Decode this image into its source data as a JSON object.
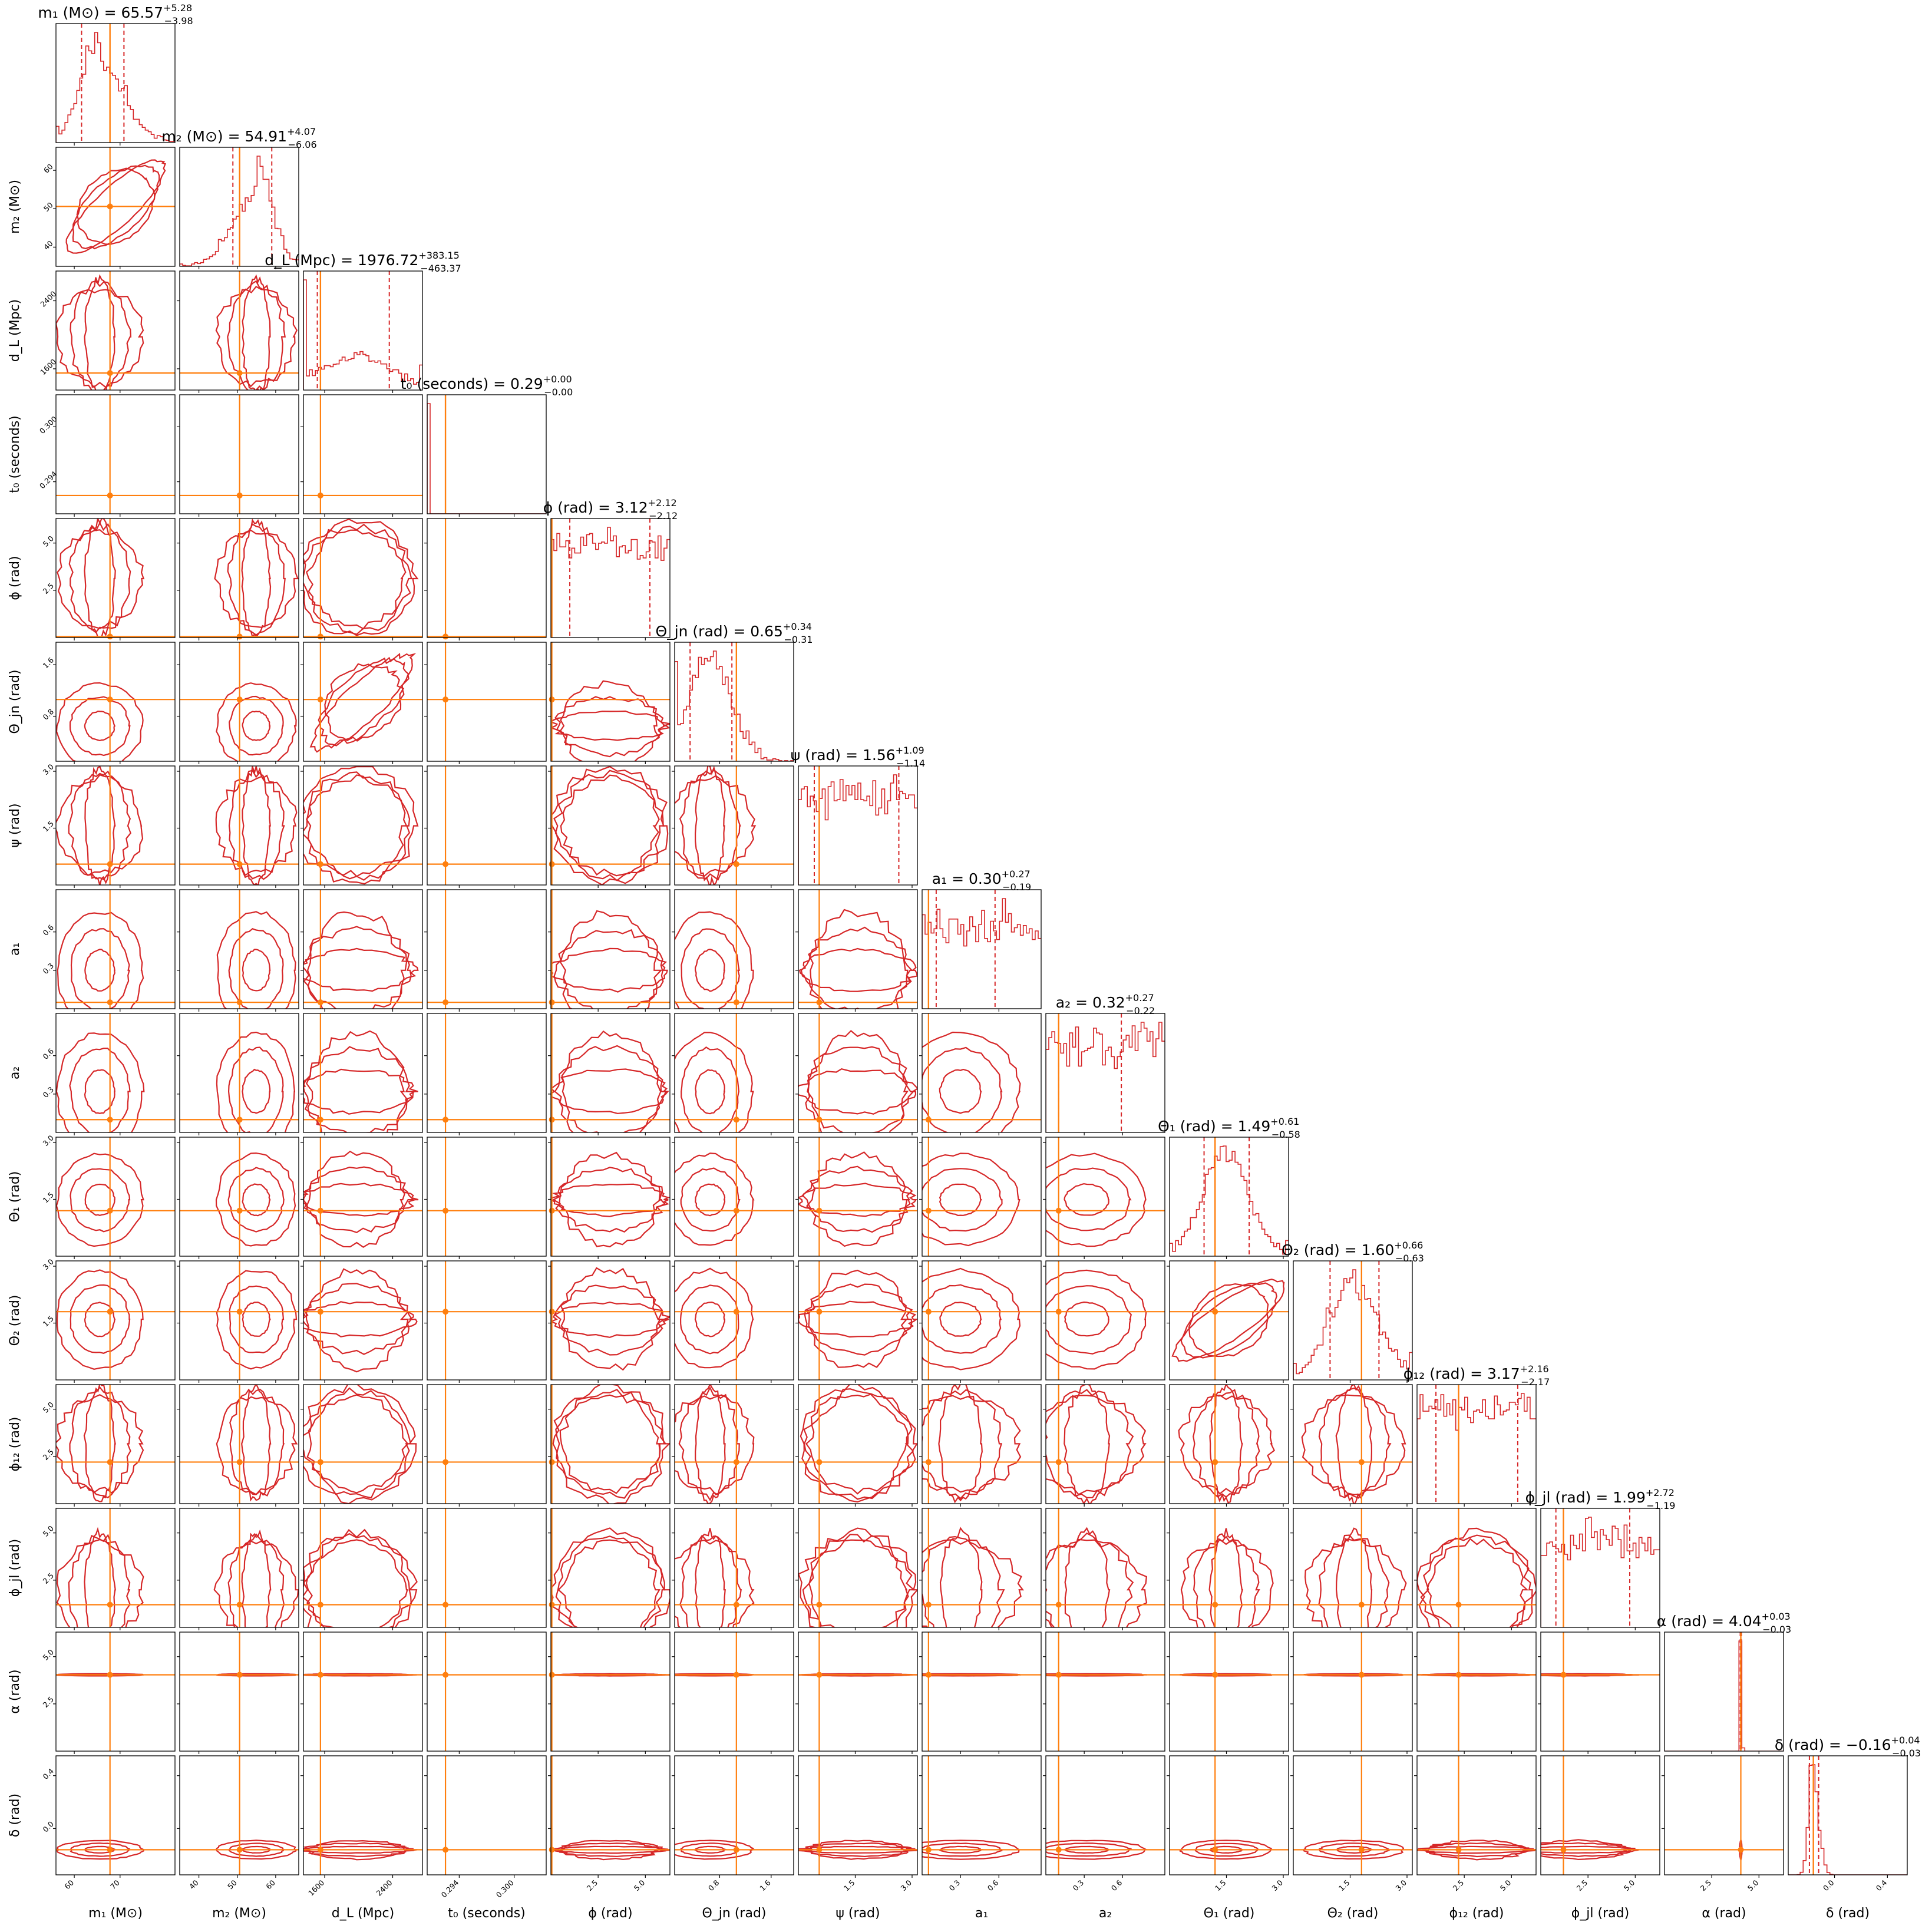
{
  "colors": {
    "contour": "#d62728",
    "truth": "#ff7f0e",
    "frame": "#000000"
  },
  "chart_data": {
    "type": "corner",
    "parameters": [
      {
        "key": "m1",
        "label": "m₁ (M⊙)",
        "title_label": "m₁ (M⊙)",
        "median": "65.57",
        "plus": "5.28",
        "minus": "3.98",
        "range": [
          56,
          82
        ],
        "truth": 67.8,
        "ticks": [
          60,
          70
        ],
        "tick_labels": [
          "60",
          "70"
        ]
      },
      {
        "key": "m2",
        "label": "m₂ (M⊙)",
        "title_label": "m₂ (M⊙)",
        "median": "54.91",
        "plus": "4.07",
        "minus": "6.06",
        "range": [
          35,
          66
        ],
        "truth": 50.6,
        "ticks": [
          40,
          50,
          60
        ],
        "tick_labels": [
          "40",
          "50",
          "60"
        ]
      },
      {
        "key": "dL",
        "label": "d_L (Mpc)",
        "title_label": "d_L (Mpc)",
        "median": "1976.72",
        "plus": "383.15",
        "minus": "463.37",
        "range": [
          1350,
          2750
        ],
        "truth": 1550,
        "ticks": [
          1600,
          2400
        ],
        "tick_labels": [
          "1600",
          "2400"
        ]
      },
      {
        "key": "t0",
        "label": "t₀ (seconds)",
        "title_label": "t₀ (seconds)",
        "median": "0.29",
        "plus": "0.00",
        "minus": "0.00",
        "range": [
          0.2905,
          0.3035
        ],
        "truth": 0.2925,
        "ticks": [
          0.294,
          0.3
        ],
        "tick_labels": [
          "0.294",
          "0.300"
        ]
      },
      {
        "key": "phi",
        "label": "ϕ (rad)",
        "title_label": "ϕ (rad)",
        "median": "3.12",
        "plus": "2.12",
        "minus": "2.12",
        "range": [
          0,
          6.3
        ],
        "truth": 0.05,
        "ticks": [
          2.5,
          5.0
        ],
        "tick_labels": [
          "2.5",
          "5.0"
        ]
      },
      {
        "key": "thetajn",
        "label": "Θ_jn (rad)",
        "title_label": "Θ_jn (rad)",
        "median": "0.65",
        "plus": "0.34",
        "minus": "0.31",
        "range": [
          0.1,
          1.95
        ],
        "truth": 1.06,
        "ticks": [
          0.8,
          1.6
        ],
        "tick_labels": [
          "0.8",
          "1.6"
        ]
      },
      {
        "key": "psi",
        "label": "ψ (rad)",
        "title_label": "ψ (rad)",
        "median": "1.56",
        "plus": "1.09",
        "minus": "1.14",
        "range": [
          0,
          3.14
        ],
        "truth": 0.55,
        "ticks": [
          1.5,
          3.0
        ],
        "tick_labels": [
          "1.5",
          "3.0"
        ]
      },
      {
        "key": "a1",
        "label": "a₁",
        "title_label": "a₁",
        "median": "0.30",
        "plus": "0.27",
        "minus": "0.19",
        "range": [
          0,
          0.93
        ],
        "truth": 0.05,
        "ticks": [
          0.3,
          0.6
        ],
        "tick_labels": [
          "0.3",
          "0.6"
        ]
      },
      {
        "key": "a2",
        "label": "a₂",
        "title_label": "a₂",
        "median": "0.32",
        "plus": "0.27",
        "minus": "0.22",
        "range": [
          0,
          0.93
        ],
        "truth": 0.1,
        "ticks": [
          0.3,
          0.6
        ],
        "tick_labels": [
          "0.3",
          "0.6"
        ]
      },
      {
        "key": "theta1",
        "label": "Θ₁ (rad)",
        "title_label": "Θ₁ (rad)",
        "median": "1.49",
        "plus": "0.61",
        "minus": "0.58",
        "range": [
          0,
          3.14
        ],
        "truth": 1.2,
        "ticks": [
          1.5,
          3.0
        ],
        "tick_labels": [
          "1.5",
          "3.0"
        ]
      },
      {
        "key": "theta2",
        "label": "Θ₂ (rad)",
        "title_label": "Θ₂ (rad)",
        "median": "1.60",
        "plus": "0.66",
        "minus": "0.63",
        "range": [
          0,
          3.14
        ],
        "truth": 1.8,
        "ticks": [
          1.5,
          3.0
        ],
        "tick_labels": [
          "1.5",
          "3.0"
        ]
      },
      {
        "key": "phi12",
        "label": "ϕ₁₂ (rad)",
        "title_label": "ϕ₁₂ (rad)",
        "median": "3.17",
        "plus": "2.16",
        "minus": "2.17",
        "range": [
          0,
          6.3
        ],
        "truth": 2.2,
        "ticks": [
          2.5,
          5.0
        ],
        "tick_labels": [
          "2.5",
          "5.0"
        ]
      },
      {
        "key": "phijl",
        "label": "ϕ_jl (rad)",
        "title_label": "ϕ_jl (rad)",
        "median": "1.99",
        "plus": "2.72",
        "minus": "1.19",
        "range": [
          0,
          6.3
        ],
        "truth": 1.2,
        "ticks": [
          2.5,
          5.0
        ],
        "tick_labels": [
          "2.5",
          "5.0"
        ]
      },
      {
        "key": "alpha",
        "label": "α (rad)",
        "title_label": "α (rad)",
        "median": "4.04",
        "plus": "0.03",
        "minus": "0.03",
        "range": [
          0,
          6.3
        ],
        "truth": 4.04,
        "ticks": [
          2.5,
          5.0
        ],
        "tick_labels": [
          "2.5",
          "5.0"
        ]
      },
      {
        "key": "delta",
        "label": "δ (rad)",
        "title_label": "δ (rad)",
        "median": "−0.16",
        "plus": "0.04",
        "minus": "0.03",
        "range": [
          -0.35,
          0.55
        ],
        "truth": -0.16,
        "ticks": [
          0.0,
          0.4
        ],
        "tick_labels": [
          "0.0",
          "0.4"
        ]
      }
    ]
  }
}
